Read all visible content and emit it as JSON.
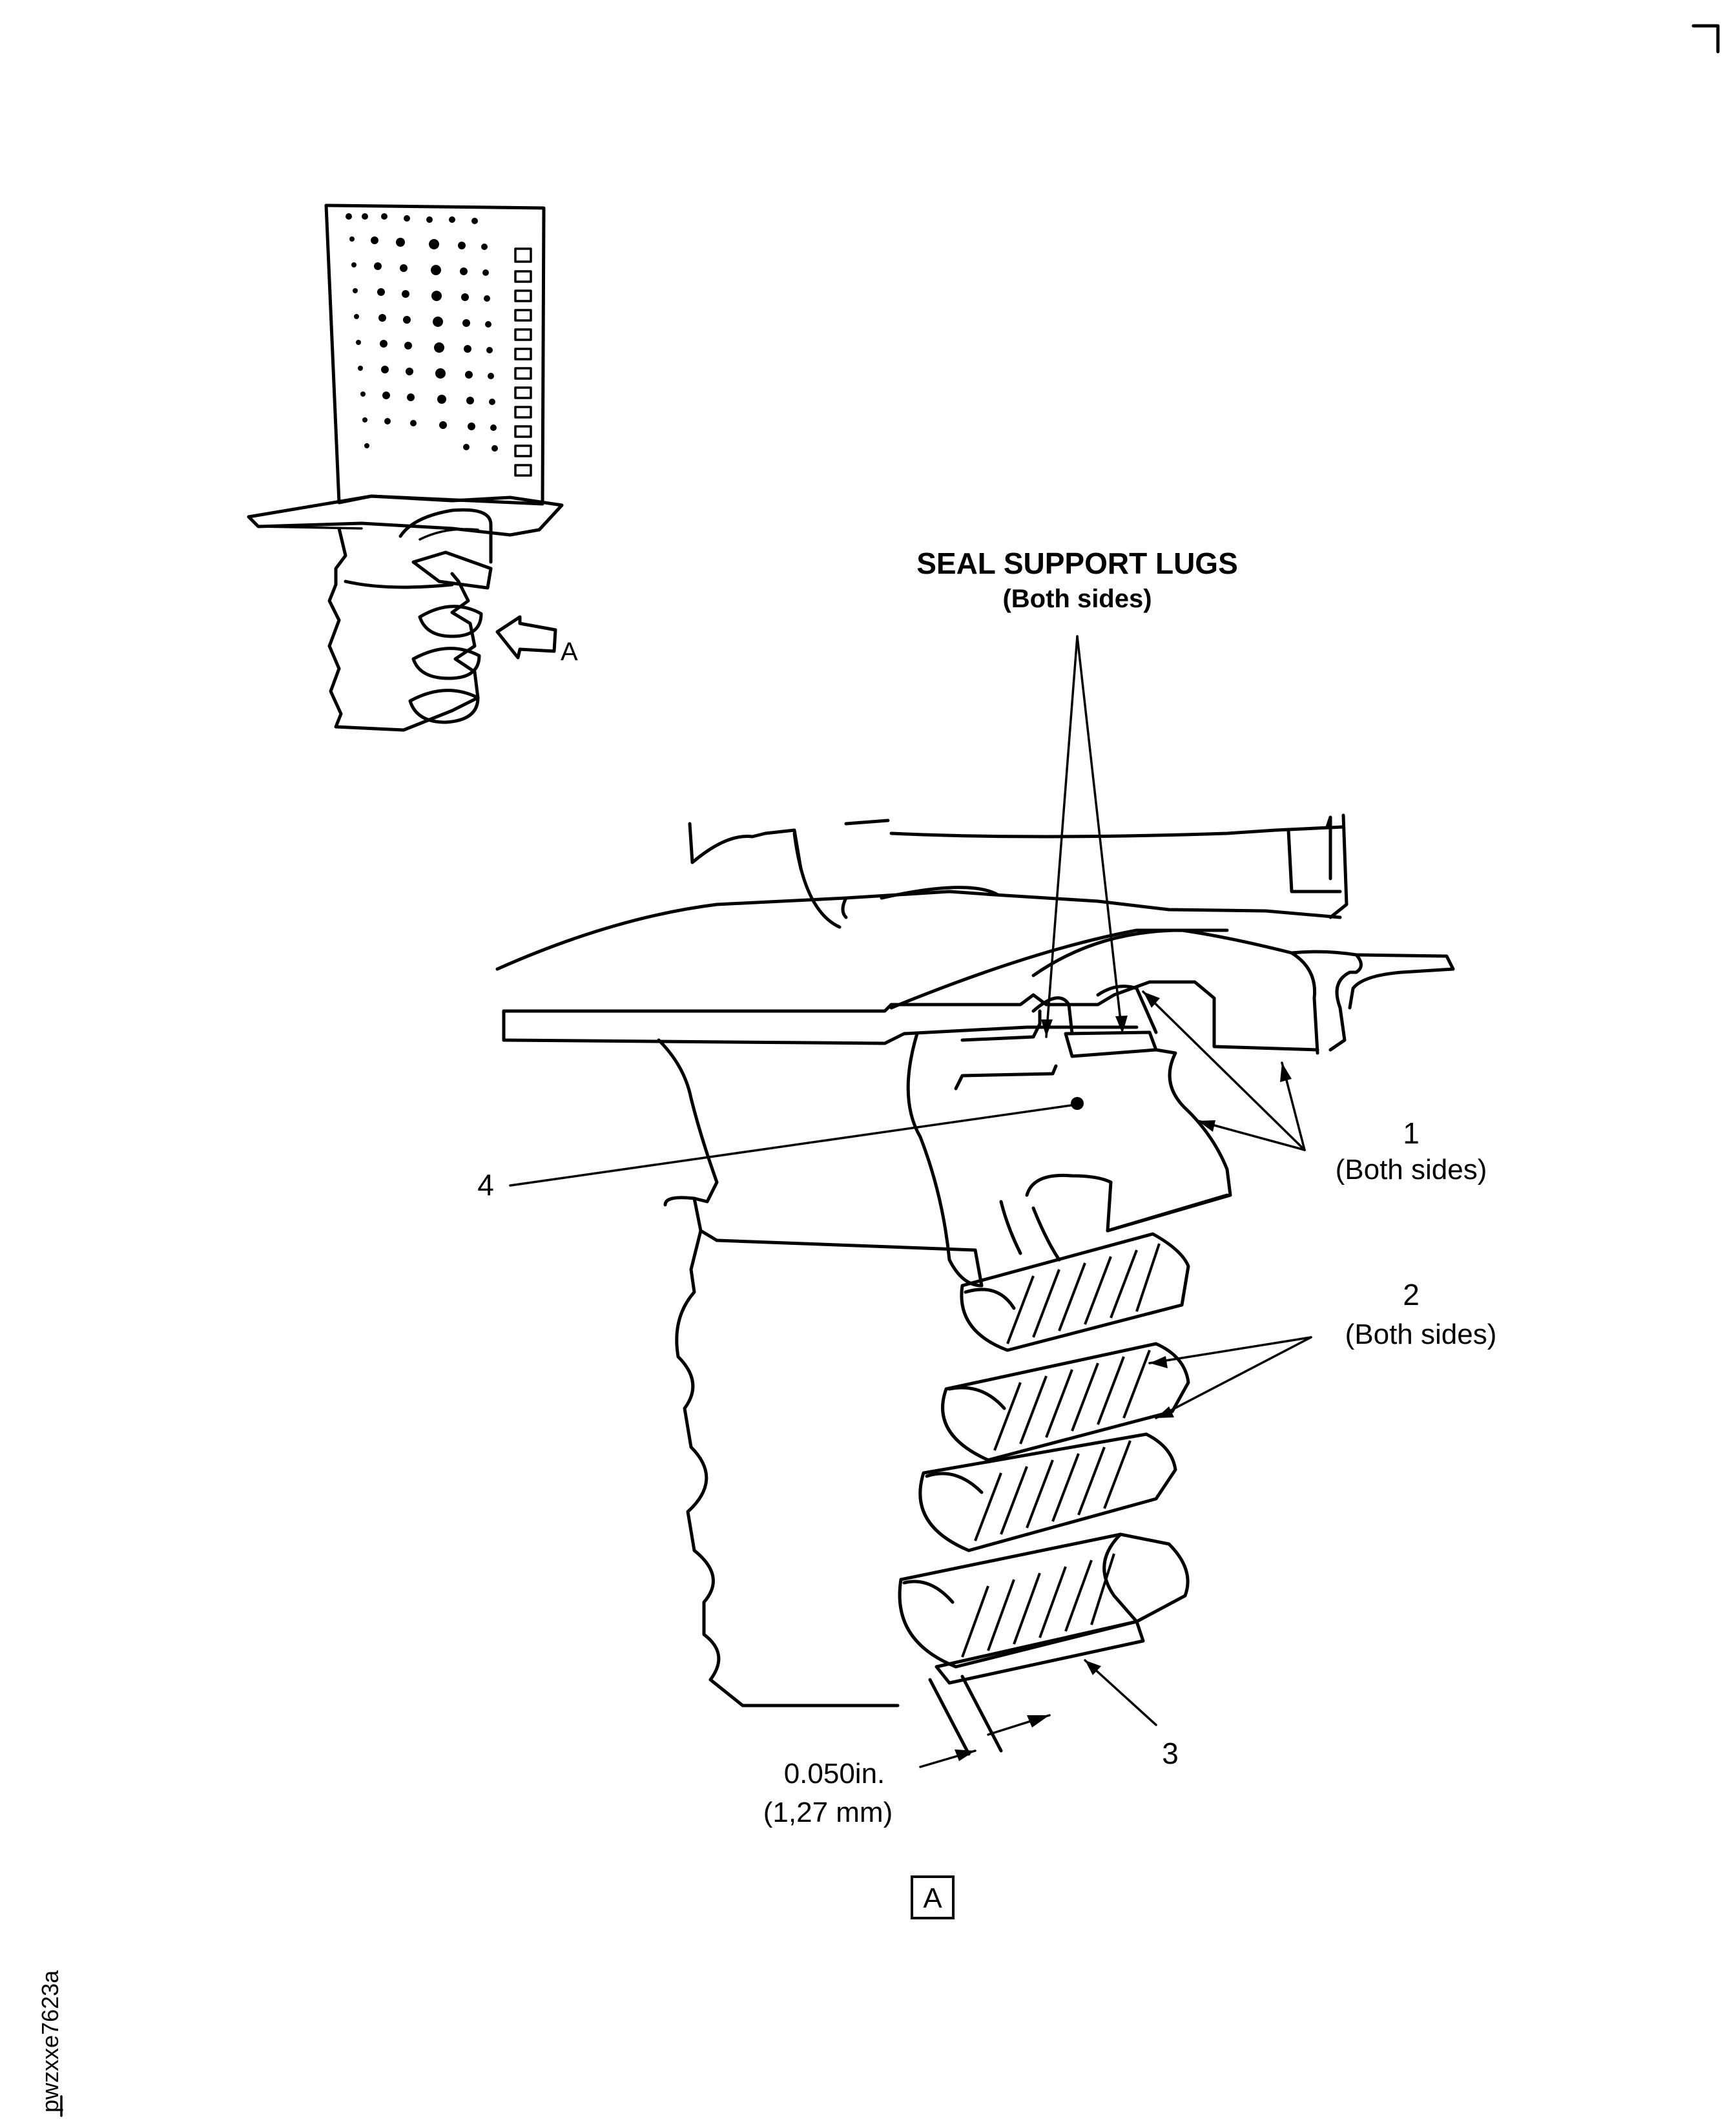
{
  "labels": {
    "seal_support_lugs": "SEAL SUPPORT LUGS",
    "seal_support_lugs_note": "(Both sides)",
    "callout_1": "1",
    "callout_1_note": "(Both sides)",
    "callout_2": "2",
    "callout_2_note": "(Both sides)",
    "callout_3": "3",
    "callout_4": "4",
    "dimension_in": "0.050in.",
    "dimension_mm": "(1,27 mm)",
    "view_arrow_label": "A",
    "view_box_label": "A"
  },
  "figure_id": "pwzxxe7623a"
}
